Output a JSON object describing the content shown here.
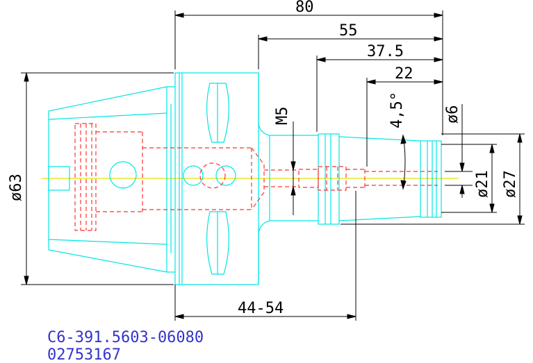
{
  "dimensions": {
    "overall_length": "80",
    "length_55": "55",
    "length_37_5": "37.5",
    "length_22": "22",
    "thread": "M5",
    "taper_angle": "4,5°",
    "diameter_6": "ø6",
    "diameter_63": "ø63",
    "diameter_21": "ø21",
    "diameter_27": "ø27",
    "adjust_range": "44-54"
  },
  "part_code": "C6-391.5603-06080",
  "part_number": "02753167",
  "colors": {
    "outline": "#00e5e5",
    "hidden": "#ff3333",
    "centerline": "#e5e500",
    "dimension": "#000000",
    "code_text": "#3333cc"
  }
}
